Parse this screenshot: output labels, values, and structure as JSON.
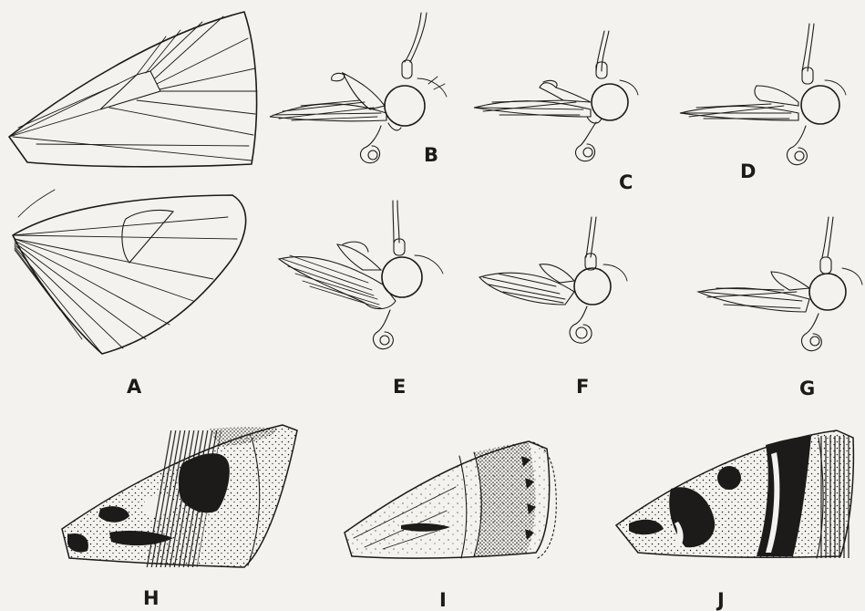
{
  "plate": {
    "figures": [
      {
        "id": "A",
        "label": "A",
        "subject": "wing-venation"
      },
      {
        "id": "B",
        "label": "B",
        "subject": "head-profile"
      },
      {
        "id": "C",
        "label": "C",
        "subject": "head-profile"
      },
      {
        "id": "D",
        "label": "D",
        "subject": "head-profile"
      },
      {
        "id": "E",
        "label": "E",
        "subject": "head-profile"
      },
      {
        "id": "F",
        "label": "F",
        "subject": "head-profile"
      },
      {
        "id": "G",
        "label": "G",
        "subject": "head-profile"
      },
      {
        "id": "H",
        "label": "H",
        "subject": "forewing-pattern"
      },
      {
        "id": "I",
        "label": "I",
        "subject": "forewing-pattern"
      },
      {
        "id": "J",
        "label": "J",
        "subject": "forewing-pattern"
      }
    ]
  },
  "colors": {
    "ink": "#1c1b1a",
    "paper": "#f4f2ee"
  }
}
